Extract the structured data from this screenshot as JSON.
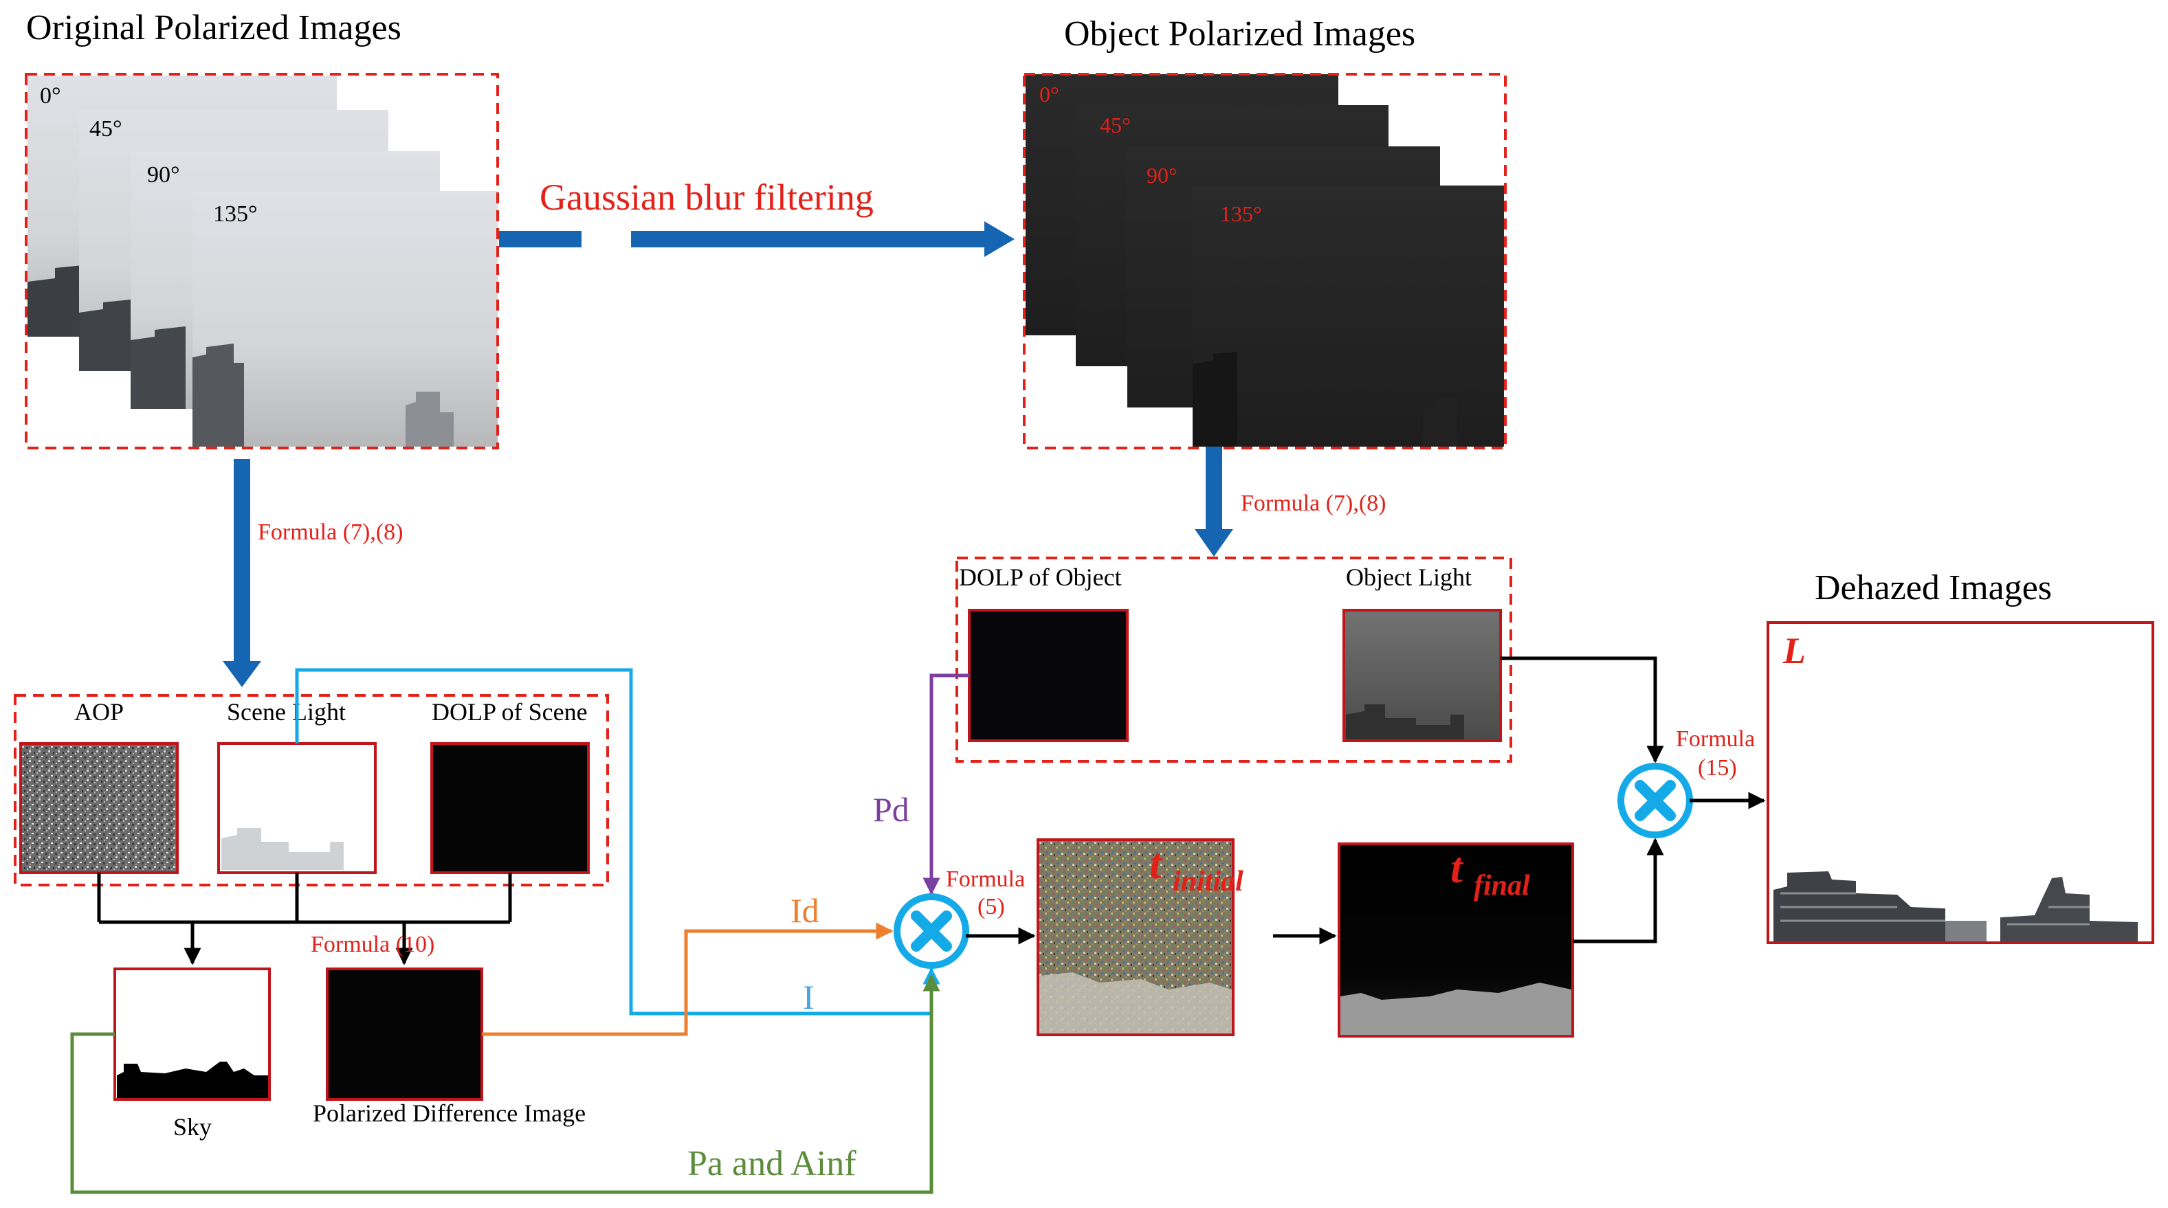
{
  "sections": {
    "original": "Original Polarized Images",
    "object": "Object Polarized Images",
    "dehazed": "Dehazed Images"
  },
  "angles": [
    "0°",
    "45°",
    "90°",
    "135°"
  ],
  "edges": {
    "gaussian": "Gaussian blur filtering",
    "formula_78_left": "Formula (7),(8)",
    "formula_78_right": "Formula (7),(8)",
    "formula_10": "Formula (10)",
    "formula_5_a": "Formula",
    "formula_5_b": "(5)",
    "formula_15_a": "Formula",
    "formula_15_b": "(15)",
    "pd": "Pd",
    "id": "Id",
    "i": "I",
    "pa_ainf": "Pa and Ainf"
  },
  "labels": {
    "aop": "AOP",
    "scene_light": "Scene Light",
    "dolp_scene": "DOLP of Scene",
    "sky": "Sky",
    "pdi": "Polarized Difference Image",
    "dolp_object": "DOLP of Object",
    "object_light": "Object Light",
    "t_initial_main": "t",
    "t_initial_sub": "initial",
    "t_final_main": "t",
    "t_final_sub": "final",
    "l_symbol": "L"
  },
  "colors": {
    "red": "#e32119",
    "dark_red": "#c0161b",
    "blue_arrow": "#1565b3",
    "cyan": "#14aae8",
    "orange": "#ee7f2f",
    "purple": "#7b3fa0",
    "green": "#5b8c3c",
    "black": "#000000"
  }
}
